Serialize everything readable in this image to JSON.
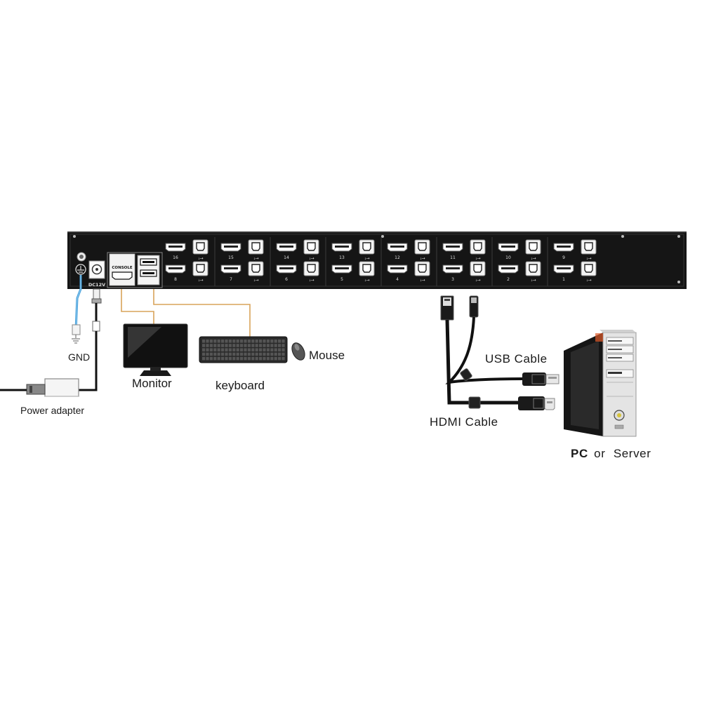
{
  "kvm": {
    "console_label": "CONSOLE",
    "dc_label": "DC12V",
    "top_ports": [
      "16",
      "15",
      "14",
      "13",
      "12",
      "11",
      "10",
      "9"
    ],
    "bottom_ports": [
      "8",
      "7",
      "6",
      "5",
      "4",
      "3",
      "2",
      "1"
    ]
  },
  "labels": {
    "gnd": "GND",
    "power_adapter": "Power adapter",
    "monitor": "Monitor",
    "keyboard": "keyboard",
    "mouse": "Mouse",
    "usb_cable": "USB Cable",
    "hdmi_cable": "HDMI Cable",
    "pc": "PC",
    "or": "or",
    "server": "Server"
  },
  "colors": {
    "panel": "#141414",
    "gnd_wire": "#3a9ad9",
    "console_wire": "#d9a35a"
  }
}
